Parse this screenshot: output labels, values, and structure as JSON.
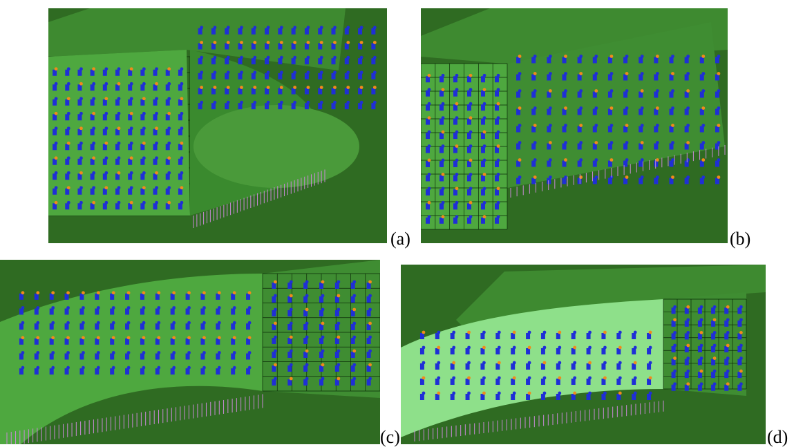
{
  "panels": [
    {
      "id": "a",
      "label": "(a)"
    },
    {
      "id": "b",
      "label": "(b)"
    },
    {
      "id": "c",
      "label": "(c)"
    },
    {
      "id": "d",
      "label": "(d)"
    }
  ],
  "colors": {
    "background_green": "#2f6b22",
    "face_green": "#4ea83f",
    "light_face_green": "#8ee08a",
    "mesh_line": "#0b2a08",
    "marker_blue": "#1f2fd6",
    "marker_orange": "#f08a1c",
    "arrow_pink": "#c98ad6"
  }
}
